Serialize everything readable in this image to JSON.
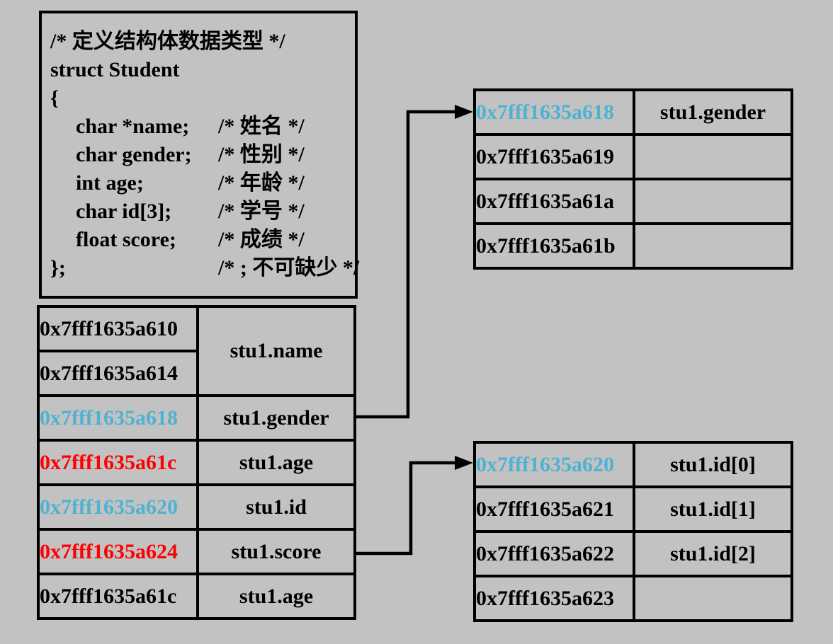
{
  "colors": {
    "background": "#c2c2c2",
    "line_black": "#000000",
    "address_default": "#000000",
    "address_highlight_cyan": "#4fb2d2",
    "address_highlight_red": "#ff0000"
  },
  "code_box": {
    "lines": [
      {
        "code": "/* 定义结构体数据类型 */",
        "comment": ""
      },
      {
        "code": "struct Student",
        "comment": ""
      },
      {
        "code": "{",
        "comment": ""
      },
      {
        "code": "char *name;",
        "comment": "/* 姓名 */"
      },
      {
        "code": "char gender;",
        "comment": "/* 性别 */"
      },
      {
        "code": "int age;",
        "comment": "/* 年龄 */"
      },
      {
        "code": "char id[3];",
        "comment": "/* 学号 */"
      },
      {
        "code": "float score;",
        "comment": "/* 成绩 */"
      },
      {
        "code": "};",
        "comment": "/* ; 不可缺少 */"
      }
    ]
  },
  "struct_table": {
    "rows": [
      {
        "address": "0x7fff1635a610",
        "color": "#000000",
        "label": "stu1.name"
      },
      {
        "address": "0x7fff1635a614",
        "color": "#000000",
        "label": ""
      },
      {
        "address": "0x7fff1635a618",
        "color": "#4fb2d2",
        "label": "stu1.gender"
      },
      {
        "address": "0x7fff1635a61c",
        "color": "#ff0000",
        "label": "stu1.age"
      },
      {
        "address": "0x7fff1635a620",
        "color": "#4fb2d2",
        "label": "stu1.id"
      },
      {
        "address": "0x7fff1635a624",
        "color": "#ff0000",
        "label": "stu1.score"
      },
      {
        "address": "0x7fff1635a61c",
        "color": "#000000",
        "label": "stu1.age"
      }
    ]
  },
  "gender_bytes_table": {
    "rows": [
      {
        "address": "0x7fff1635a618",
        "color": "#4fb2d2",
        "label": "stu1.gender"
      },
      {
        "address": "0x7fff1635a619",
        "color": "#000000",
        "label": ""
      },
      {
        "address": "0x7fff1635a61a",
        "color": "#000000",
        "label": ""
      },
      {
        "address": "0x7fff1635a61b",
        "color": "#000000",
        "label": ""
      }
    ]
  },
  "id_bytes_table": {
    "rows": [
      {
        "address": "0x7fff1635a620",
        "color": "#4fb2d2",
        "label": "stu1.id[0]"
      },
      {
        "address": "0x7fff1635a621",
        "color": "#000000",
        "label": "stu1.id[1]"
      },
      {
        "address": "0x7fff1635a622",
        "color": "#000000",
        "label": "stu1.id[2]"
      },
      {
        "address": "0x7fff1635a623",
        "color": "#000000",
        "label": ""
      }
    ]
  }
}
